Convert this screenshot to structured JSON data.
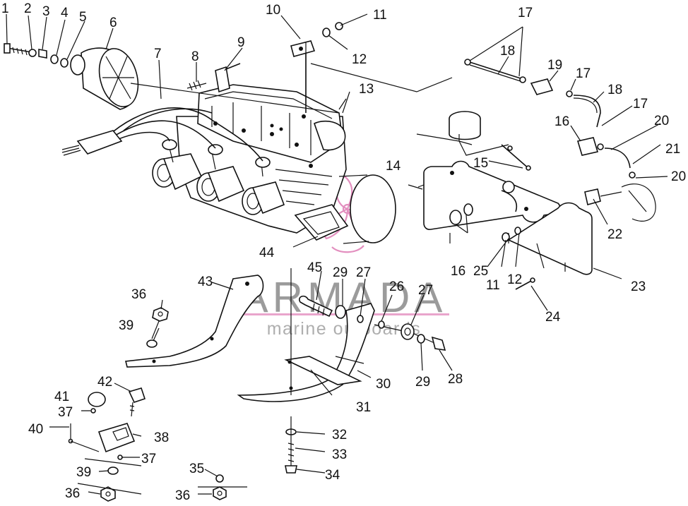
{
  "watermark": {
    "brand": "ARMADA",
    "tagline": "marine outboards",
    "accent_color": "#e38fbf"
  },
  "labels": [
    {
      "id": "1",
      "text": "1"
    },
    {
      "id": "2",
      "text": "2"
    },
    {
      "id": "3",
      "text": "3"
    },
    {
      "id": "4",
      "text": "4"
    },
    {
      "id": "5",
      "text": "5"
    },
    {
      "id": "6",
      "text": "6"
    },
    {
      "id": "7",
      "text": "7"
    },
    {
      "id": "8",
      "text": "8"
    },
    {
      "id": "9",
      "text": "9"
    },
    {
      "id": "10",
      "text": "10"
    },
    {
      "id": "11a",
      "text": "11"
    },
    {
      "id": "12a",
      "text": "12"
    },
    {
      "id": "13",
      "text": "13"
    },
    {
      "id": "14",
      "text": "14"
    },
    {
      "id": "15",
      "text": "15"
    },
    {
      "id": "16a",
      "text": "16"
    },
    {
      "id": "16b",
      "text": "16"
    },
    {
      "id": "17a",
      "text": "17"
    },
    {
      "id": "17b",
      "text": "17"
    },
    {
      "id": "17c",
      "text": "17"
    },
    {
      "id": "18a",
      "text": "18"
    },
    {
      "id": "18b",
      "text": "18"
    },
    {
      "id": "19",
      "text": "19"
    },
    {
      "id": "20a",
      "text": "20"
    },
    {
      "id": "20b",
      "text": "20"
    },
    {
      "id": "21",
      "text": "21"
    },
    {
      "id": "22",
      "text": "22"
    },
    {
      "id": "23",
      "text": "23"
    },
    {
      "id": "24",
      "text": "24"
    },
    {
      "id": "25",
      "text": "25"
    },
    {
      "id": "11b",
      "text": "11"
    },
    {
      "id": "12b",
      "text": "12"
    },
    {
      "id": "26",
      "text": "26"
    },
    {
      "id": "27a",
      "text": "27"
    },
    {
      "id": "27b",
      "text": "27"
    },
    {
      "id": "28",
      "text": "28"
    },
    {
      "id": "29a",
      "text": "29"
    },
    {
      "id": "29b",
      "text": "29"
    },
    {
      "id": "30",
      "text": "30"
    },
    {
      "id": "31",
      "text": "31"
    },
    {
      "id": "32",
      "text": "32"
    },
    {
      "id": "33",
      "text": "33"
    },
    {
      "id": "34",
      "text": "34"
    },
    {
      "id": "35",
      "text": "35"
    },
    {
      "id": "36a",
      "text": "36"
    },
    {
      "id": "36b",
      "text": "36"
    },
    {
      "id": "36c",
      "text": "36"
    },
    {
      "id": "37a",
      "text": "37"
    },
    {
      "id": "37b",
      "text": "37"
    },
    {
      "id": "38",
      "text": "38"
    },
    {
      "id": "39a",
      "text": "39"
    },
    {
      "id": "39b",
      "text": "39"
    },
    {
      "id": "40",
      "text": "40"
    },
    {
      "id": "41",
      "text": "41"
    },
    {
      "id": "42",
      "text": "42"
    },
    {
      "id": "43",
      "text": "43"
    },
    {
      "id": "44",
      "text": "44"
    },
    {
      "id": "45",
      "text": "45"
    }
  ]
}
